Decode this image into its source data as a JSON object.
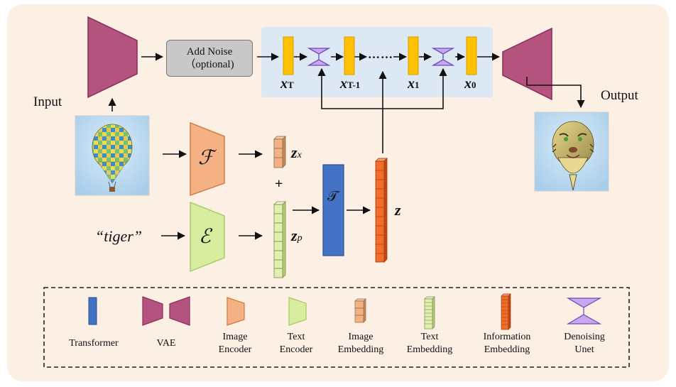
{
  "inputs": {
    "input_label": "Input",
    "output_label": "Output",
    "prompt_text": "“tiger”"
  },
  "noise_box": {
    "line1": "Add Noise",
    "line2": "（optional)"
  },
  "latents": {
    "x_T": {
      "base": "x",
      "sub": "T"
    },
    "x_T1": {
      "base": "x",
      "sub": "T-1"
    },
    "x_1": {
      "base": "x",
      "sub": "1"
    },
    "x_0": {
      "base": "x",
      "sub": "0"
    },
    "ellipsis": "……"
  },
  "encoders": {
    "image_encoder_symbol": "ℱ",
    "text_encoder_symbol": "ℰ",
    "transformer_symbol": "𝒯"
  },
  "embeddings": {
    "z_x": {
      "base": "z",
      "sub": "x"
    },
    "z_p": {
      "base": "z",
      "sub": "p"
    },
    "z": "z",
    "plus": "+"
  },
  "legend": {
    "items": [
      {
        "label1": "Transformer",
        "label2": ""
      },
      {
        "label1": "VAE",
        "label2": ""
      },
      {
        "label1": "Image",
        "label2": "Encoder"
      },
      {
        "label1": "Text",
        "label2": "Encoder"
      },
      {
        "label1": "Image",
        "label2": "Embedding"
      },
      {
        "label1": "Text",
        "label2": "Embedding"
      },
      {
        "label1": "Information",
        "label2": "Embedding"
      },
      {
        "label1": "Denoising",
        "label2": "Unet"
      }
    ]
  },
  "colors": {
    "panel_bg": "#fcefe3",
    "diffusion_bg": "#dce9f5",
    "vae": "#b5537f",
    "latent": "#ffc000",
    "unet": "#c9a7f0",
    "image_encoder": "#f4b183",
    "text_encoder": "#d8eca0",
    "transformer": "#4472c4",
    "info_embedding": "#f26c2a"
  }
}
